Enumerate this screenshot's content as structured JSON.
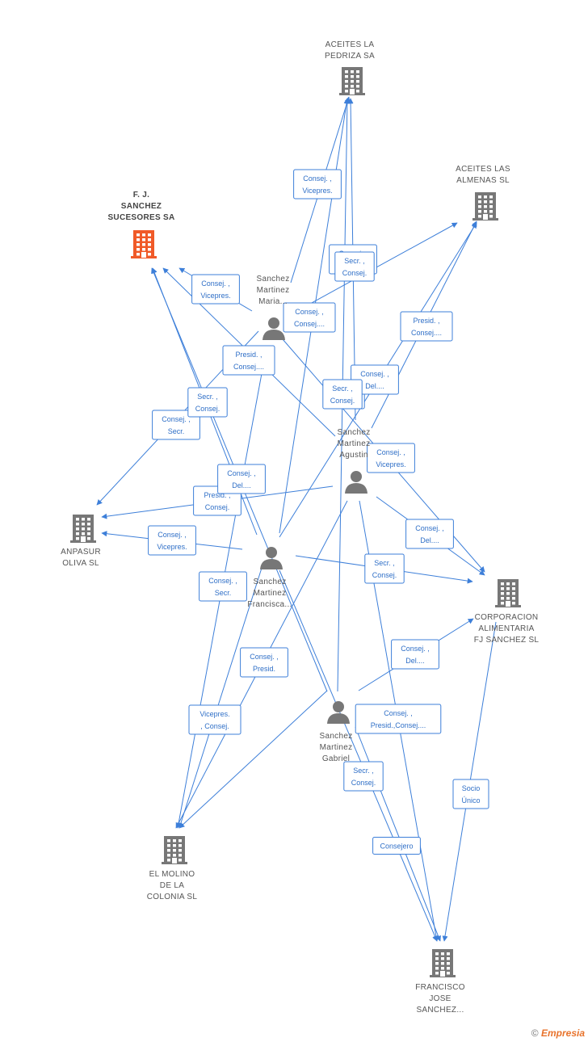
{
  "nodes": [
    {
      "id": "pedriza",
      "type": "company",
      "label": [
        "ACEITES LA",
        "PEDRIZA SA"
      ]
    },
    {
      "id": "almenas",
      "type": "company",
      "label": [
        "ACEITES LAS",
        "ALMENAS SL"
      ]
    },
    {
      "id": "fjsucesores",
      "type": "company",
      "main": true,
      "label": [
        "F.  J.",
        "SANCHEZ",
        "SUCESORES SA"
      ]
    },
    {
      "id": "anpasur",
      "type": "company",
      "label": [
        "ANPASUR",
        "OLIVA SL"
      ]
    },
    {
      "id": "corporacion",
      "type": "company",
      "label": [
        "CORPORACION",
        "ALIMENTARIA",
        "FJ SANCHEZ  SL"
      ]
    },
    {
      "id": "molino",
      "type": "company",
      "label": [
        "EL MOLINO",
        "DE LA",
        "COLONIA SL"
      ]
    },
    {
      "id": "francisco_co",
      "type": "company",
      "label": [
        "FRANCISCO",
        "JOSE",
        "SANCHEZ..."
      ]
    },
    {
      "id": "maria",
      "type": "person",
      "label": [
        "Sanchez",
        "Martinez",
        "Maria..."
      ]
    },
    {
      "id": "agustin",
      "type": "person",
      "label": [
        "Sanchez",
        "Martinez",
        "Agustin"
      ]
    },
    {
      "id": "franciscop",
      "type": "person",
      "label": [
        "Sanchez",
        "Martinez",
        "Francisca..."
      ]
    },
    {
      "id": "gabriel",
      "type": "person",
      "label": [
        "Sanchez",
        "Martinez",
        "Gabriel"
      ]
    }
  ],
  "edges": [
    {
      "from": "maria",
      "to": "pedriza",
      "label": [
        "Consej. ,",
        "Vicepres."
      ]
    },
    {
      "from": "maria",
      "to": "fjsucesores",
      "label": [
        "Consej. ,",
        "Vicepres."
      ]
    },
    {
      "from": "maria",
      "to": "almenas",
      "label": [
        "Consej. ,",
        "Consej...."
      ]
    },
    {
      "from": "maria",
      "to": "anpasur",
      "label": [
        "Consej. ,",
        "Secr."
      ]
    },
    {
      "from": "maria",
      "to": "molino",
      "label": [
        "Presid. ,",
        "Consej...."
      ]
    },
    {
      "from": "maria",
      "to": "corporacion",
      "label": [
        "Secr. ,",
        "Consej."
      ]
    },
    {
      "from": "agustin",
      "to": "pedriza",
      "label": [
        "Consej. ,",
        "Del...."
      ]
    },
    {
      "from": "agustin",
      "to": "almenas",
      "label": [
        "Consej. ,",
        "Del...."
      ]
    },
    {
      "from": "agustin",
      "to": "fjsucesores",
      "label": [
        "Consej. ,",
        "Vicepres."
      ]
    },
    {
      "from": "agustin",
      "to": "anpasur",
      "label": [
        "Presid. ,",
        "Consej."
      ]
    },
    {
      "from": "agustin",
      "to": "corporacion",
      "label": [
        "Consej. ,",
        "Del...."
      ]
    },
    {
      "from": "agustin",
      "to": "molino",
      "label": [
        "Consej. ,",
        "Presid."
      ]
    },
    {
      "from": "agustin",
      "to": "francisco_co",
      "label": [
        "Consej. ,",
        "Presid.,Consej...."
      ]
    },
    {
      "from": "franciscop",
      "to": "pedriza",
      "label": [
        "Secr. ,",
        "Consej."
      ]
    },
    {
      "from": "franciscop",
      "to": "almenas",
      "label": [
        "Presid. ,",
        "Consej...."
      ]
    },
    {
      "from": "franciscop",
      "to": "fjsucesores",
      "label": [
        "Secr. ,",
        "Consej."
      ]
    },
    {
      "from": "franciscop",
      "to": "anpasur",
      "label": [
        "Consej. ,",
        "Vicepres."
      ]
    },
    {
      "from": "franciscop",
      "to": "corporacion",
      "label": [
        "Secr. ,",
        "Consej."
      ]
    },
    {
      "from": "franciscop",
      "to": "molino",
      "label": [
        "Consej. ,",
        "Secr."
      ]
    },
    {
      "from": "franciscop",
      "to": "francisco_co",
      "label": [
        "Secr. ,",
        "Consej."
      ]
    },
    {
      "from": "gabriel",
      "to": "pedriza",
      "label": [
        "Secr. ,",
        "Consej."
      ]
    },
    {
      "from": "gabriel",
      "to": "fjsucesores",
      "label": [
        "Consej. ,",
        "Del...."
      ]
    },
    {
      "from": "gabriel",
      "to": "corporacion",
      "label": [
        "Consej. ,",
        "Del...."
      ]
    },
    {
      "from": "gabriel",
      "to": "molino",
      "label": [
        "Vicepres. ",
        ", Consej."
      ]
    },
    {
      "from": "gabriel",
      "to": "francisco_co",
      "label": [
        "Consejero"
      ]
    },
    {
      "from": "corporacion",
      "to": "francisco_co",
      "label": [
        "Socio ",
        "Único"
      ]
    }
  ],
  "colors": {
    "edge": "#3d7fd9",
    "company": "#777777",
    "main_company": "#f05a28",
    "person": "#777777"
  },
  "watermark": {
    "symbol": "©",
    "brand": "Empresia"
  }
}
